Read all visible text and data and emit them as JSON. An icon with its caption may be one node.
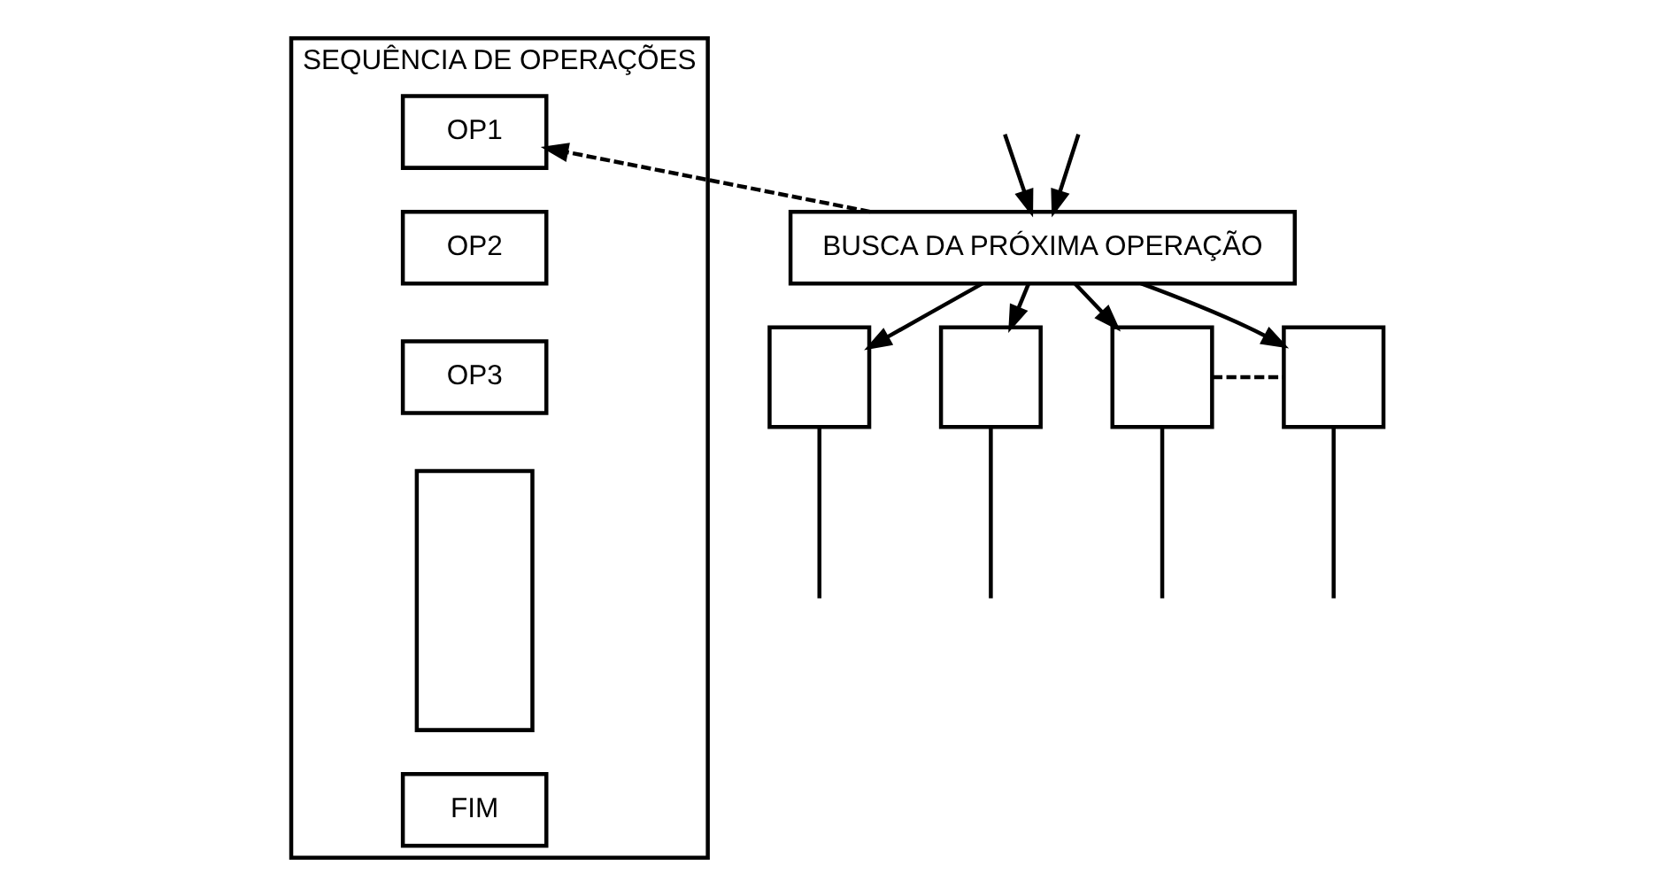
{
  "diagram": {
    "nodes": [
      {
        "text": [
          "BUSCA DA PRÓXIMA OPERAÇÃO"
        ]
      },
      {
        "text": [
          "SEQUÊNCIA DE OPERAÇÕES"
        ]
      },
      {
        "text": [
          "OP1"
        ],
        "in": 1
      },
      {
        "text": [
          "OP2"
        ],
        "in": 1
      },
      {
        "text": [
          "OP3"
        ],
        "in": 1
      },
      {
        "text": [],
        "shape": "box",
        "in": 1
      },
      {
        "text": [
          "FIM"
        ],
        "in": 1
      },
      {
        "text": [],
        "shape": "box"
      },
      {
        "text": [],
        "shape": "box"
      },
      {
        "text": [],
        "shape": "box"
      },
      {
        "text": [],
        "shape": "box"
      }
    ],
    "edges": [
      {
        "from": null,
        "to": 0,
        "arrow": "to"
      },
      {
        "from": 0,
        "to": 2,
        "arrow": "to",
        "style": "dashed"
      },
      {
        "from": 0,
        "to": 7,
        "arrow": "to"
      },
      {
        "from": 0,
        "to": 8,
        "arrow": "to"
      },
      {
        "from": 0,
        "to": 9,
        "arrow": "to"
      },
      {
        "from": 0,
        "to": 10,
        "arrow": "to"
      },
      {
        "from": 9,
        "to": 10,
        "arrow": "none",
        "style": "dashed"
      },
      {
        "from": 7,
        "to": null,
        "arrow": "none"
      },
      {
        "from": 8,
        "to": null,
        "arrow": "none"
      },
      {
        "from": 9,
        "to": null,
        "arrow": "none"
      },
      {
        "from": 10,
        "to": null,
        "arrow": "none"
      },
      {
        "from": null,
        "to": 0,
        "arrow": "to"
      }
    ]
  }
}
